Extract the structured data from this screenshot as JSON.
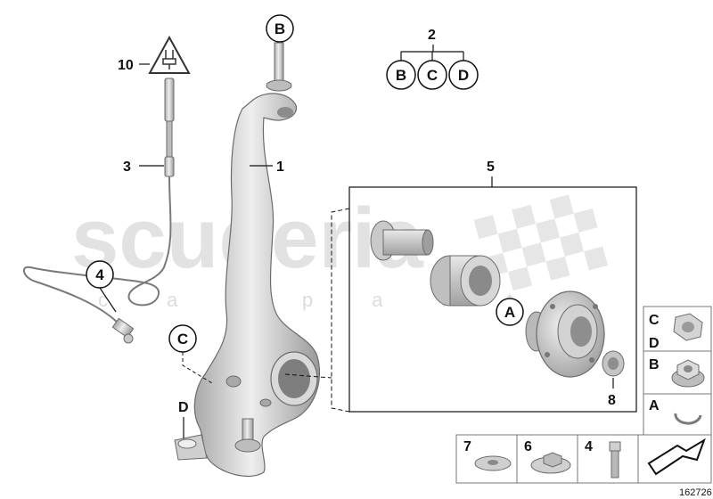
{
  "watermark": {
    "brand": "scuderia",
    "tagline": "c a r   p a r t s"
  },
  "callouts": {
    "n10": "10",
    "n3": "3",
    "n1": "1",
    "n4": "4",
    "n2": "2",
    "n5": "5",
    "n8": "8",
    "B_top": "B",
    "B_group": "B",
    "C_group": "C",
    "D_group": "D",
    "C_side": "C",
    "D_side": "D",
    "A_hub": "A"
  },
  "legend_nuts": {
    "cd_top": "C",
    "cd_bottom": "D",
    "b": "B",
    "a": "A"
  },
  "bottom_parts": {
    "p7": "7",
    "p6": "6",
    "p4": "4"
  },
  "diagram_id": "162726",
  "colors": {
    "part_light": "#e9e9e9",
    "part_mid": "#c8c8c8",
    "part_dark": "#8a8a8a",
    "line": "#111111"
  }
}
